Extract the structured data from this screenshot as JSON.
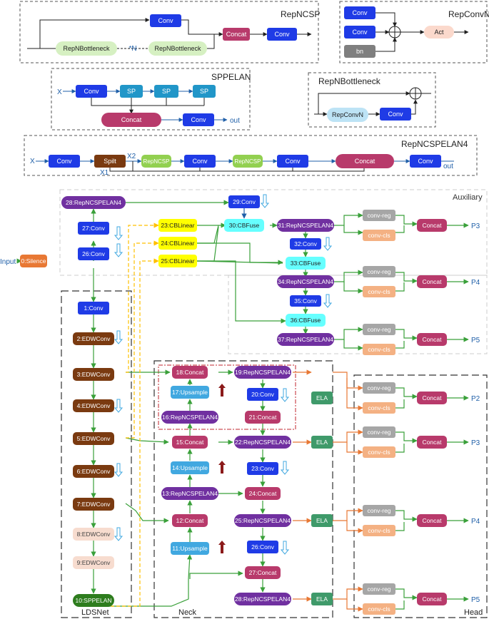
{
  "colors": {
    "conv": "#1f3be6",
    "concat": "#b83a6b",
    "repncspelan4": "#7030a0",
    "edwconv": "#7a3a10",
    "edwconv_light": "#f7dccf",
    "upsample": "#41a8e0",
    "cblinear": "#ffff00",
    "cbfuse": "#66ffff",
    "sppelan": "#2e7d1e",
    "silence": "#e87834",
    "ela": "#3f9a6a",
    "conv_reg": "#a6a6a6",
    "conv_cls": "#f4b183",
    "bottleneck": "#d6f0c2",
    "act": "#fbd9cc",
    "bn": "#7f7f7f",
    "repconvn": "#bde3f5",
    "sp": "#2196c8",
    "spilt": "#7a3a10",
    "repncsp_green": "#92d050",
    "arrow_green": "#3aa03a",
    "arrow_dark": "#1f1f1f",
    "arrow_orange": "#e87834",
    "dashed_yellow": "#ffc000",
    "red_up_arrow": "#8b1a1a",
    "down_arrow_outline": "#41a8e0",
    "text_blue": "#1f5fa8"
  },
  "legend": {
    "repncsp": {
      "title": "RepNCSP",
      "conv": "Conv",
      "concat": "Concat",
      "conv2": "Conv",
      "bottleneck1": "RepNBottleneck",
      "repeat": "*N",
      "bottleneck2": "RepNBottleneck"
    },
    "repconvn": {
      "title": "RepConvN",
      "conv1": "Conv",
      "conv2": "Conv",
      "bn": "bn",
      "act": "Act"
    },
    "sppelan": {
      "title": "SPPELAN",
      "x": "X",
      "conv": "Conv",
      "sp1": "SP",
      "sp2": "SP",
      "sp3": "SP",
      "concat": "Concat",
      "conv2": "Conv",
      "out": "out"
    },
    "repnbottleneck": {
      "title": "RepNBottleneck",
      "repconvn": "RepConvN",
      "conv": "Conv"
    },
    "repncspelan4": {
      "title": "RepNCSPELAN4",
      "x": "X",
      "conv1": "Conv",
      "spilt": "Spilt",
      "x2": "X2",
      "x1": "X1",
      "repncsp1": "RepNCSP",
      "conv2": "Conv",
      "repncsp2": "RepNCSP",
      "conv3": "Conv",
      "concat": "Concat",
      "conv4": "Conv",
      "out": "out"
    }
  },
  "sections": {
    "auxiliary": "Auxiliary",
    "ldsnet": "LDSNet",
    "neck": "Neck",
    "head": "Head"
  },
  "input_label": "Input",
  "backbone": [
    "0:Silence",
    "1:Conv",
    "2:EDWConv",
    "3:EDWConv",
    "4:EDWConv",
    "5:EDWConv",
    "6:EDWConv",
    "7:EDWConv",
    "8:EDWConv",
    "9:EDWConv",
    "10:SPPELAN"
  ],
  "auxiliary_nodes": [
    "23:CBLinear",
    "24:CBLinear",
    "25:CBLinear",
    "26:Conv",
    "27:Conv",
    "28:RepNCSPELAN4",
    "29:Conv",
    "30:CBFuse",
    "31:RepNCSPELAN4",
    "32:Conv",
    "33:CBFuse",
    "34:RepNCSPELAN4",
    "35:Conv",
    "36:CBFuse",
    "37:RepNCSPELAN4"
  ],
  "neck_nodes": [
    "11:Upsample",
    "12:Concat",
    "13:RepNCSPELAN4",
    "14:Upsample",
    "15:Concat",
    "16:RepNCSPELAN4",
    "17:Upsample",
    "18:Concat",
    "19:RepNCSPELAN4",
    "20:Conv",
    "21:Concat",
    "22:RepNCSPELAN4",
    "23:Conv",
    "24:Concat",
    "25:RepNCSPELAN4",
    "26:Conv",
    "27:Concat",
    "28:RepNCSPELAN4"
  ],
  "head_labels": {
    "ela": "ELA",
    "conv_reg": "conv-reg",
    "conv_cls": "conv-cls",
    "concat": "Concat"
  },
  "outputs": [
    "P3",
    "P4",
    "P5",
    "P2",
    "P3",
    "P4",
    "P5"
  ]
}
